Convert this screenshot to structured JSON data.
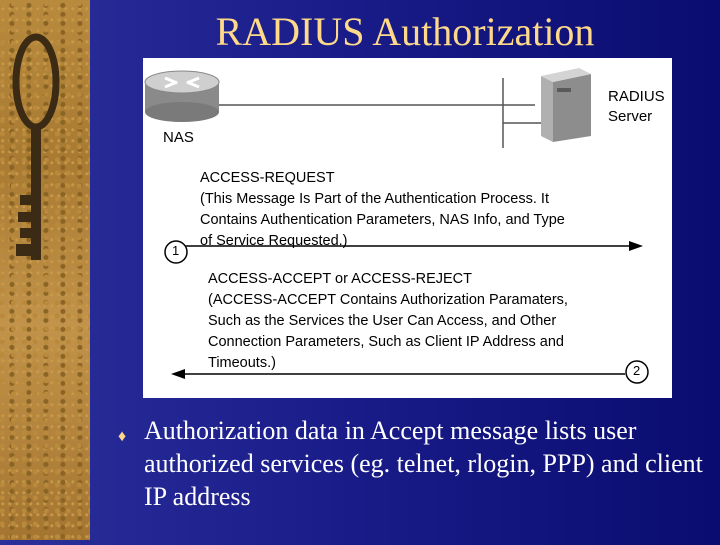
{
  "title": "RADIUS Authorization",
  "diagram": {
    "nas_label": "NAS",
    "server_label_line1": "RADIUS",
    "server_label_line2": "Server",
    "request_lines": [
      "ACCESS-REQUEST",
      "(This Message Is Part of the Authentication Process. It",
      "Contains Authentication Parameters, NAS Info, and Type",
      "of Service Requested.)"
    ],
    "request_number": "1",
    "response_lines": [
      "ACCESS-ACCEPT or ACCESS-REJECT",
      "(ACCESS-ACCEPT Contains Authorization Paramaters,",
      "Such as the Services the User Can Access, and Other",
      "Connection Parameters, Such as Client IP Address and",
      "Timeouts.)"
    ],
    "response_number": "2"
  },
  "bullet": {
    "icon": "diamond-bullet-icon",
    "text": "Authorization data in Accept message lists user authorized services (eg. telnet, rlogin, PPP) and client IP address"
  }
}
